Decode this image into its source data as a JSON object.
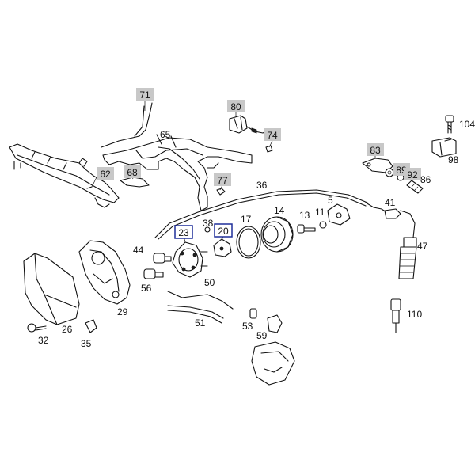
{
  "colors": {
    "gray_box": "#c8c8c8",
    "blue_box": "#1f2f9a",
    "ink": "#111111"
  },
  "callouts": {
    "gray": [
      "71",
      "80",
      "74",
      "62",
      "68",
      "77",
      "83",
      "89",
      "92"
    ],
    "blue": [
      "23",
      "20"
    ],
    "plain": [
      "104",
      "65",
      "98",
      "36",
      "86",
      "5",
      "17",
      "14",
      "13",
      "11",
      "41",
      "38",
      "44",
      "47",
      "50",
      "56",
      "29",
      "26",
      "32",
      "35",
      "51",
      "53",
      "59",
      "110"
    ]
  }
}
